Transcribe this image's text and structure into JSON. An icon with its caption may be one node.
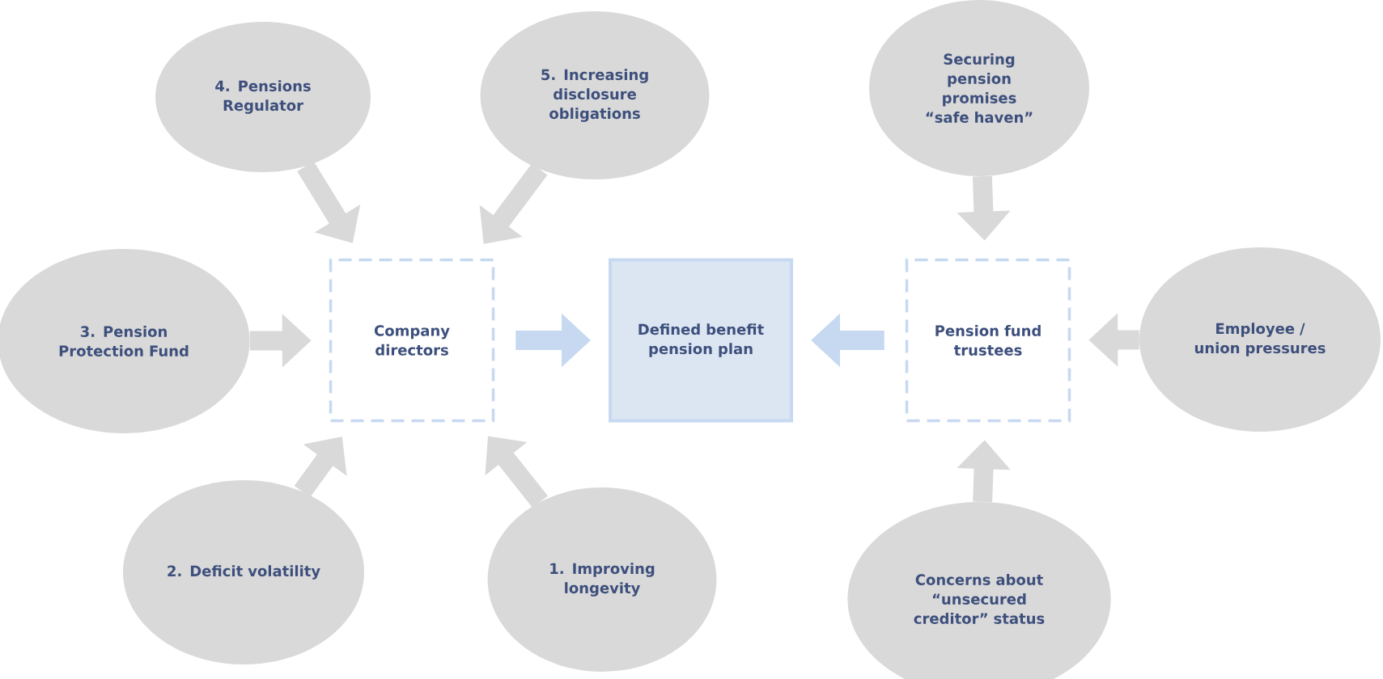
{
  "diagram": {
    "nodes": [
      {
        "text": [
          "4. Pensions Regulator"
        ]
      },
      {
        "text": [
          "5. Increasing disclosure obligations"
        ]
      },
      {
        "text": [
          "Securing pension promises “safe haven”"
        ]
      },
      {
        "text": [
          "3. Pension Protection Fund"
        ]
      },
      {
        "text": [
          "Company directors"
        ]
      },
      {
        "text": [
          "Defined benefit pension plan"
        ]
      },
      {
        "text": [
          "Pension fund trustees"
        ]
      },
      {
        "text": [
          "Employee / union pressures"
        ]
      },
      {
        "text": [
          "2.  Deficit volatility"
        ]
      },
      {
        "text": [
          "1. Improving longevity"
        ]
      },
      {
        "text": [
          "Concerns about “unsecured creditor” status"
        ]
      }
    ],
    "edges": [
      {
        "from": 0,
        "to": 4,
        "arrow": "to"
      },
      {
        "from": 1,
        "to": 4,
        "arrow": "to"
      },
      {
        "from": 2,
        "to": 6,
        "arrow": "to"
      },
      {
        "from": 3,
        "to": 4,
        "arrow": "to"
      },
      {
        "from": 4,
        "to": 5,
        "arrow": "to",
        "color": "#c6d9f1"
      },
      {
        "from": 6,
        "to": 5,
        "arrow": "to",
        "color": "#c6d9f1"
      },
      {
        "from": 7,
        "to": 6,
        "arrow": "to"
      },
      {
        "from": 8,
        "to": 4,
        "arrow": "to"
      },
      {
        "from": 9,
        "to": 4,
        "arrow": "to"
      },
      {
        "from": 10,
        "to": 6,
        "arrow": "to"
      }
    ]
  }
}
